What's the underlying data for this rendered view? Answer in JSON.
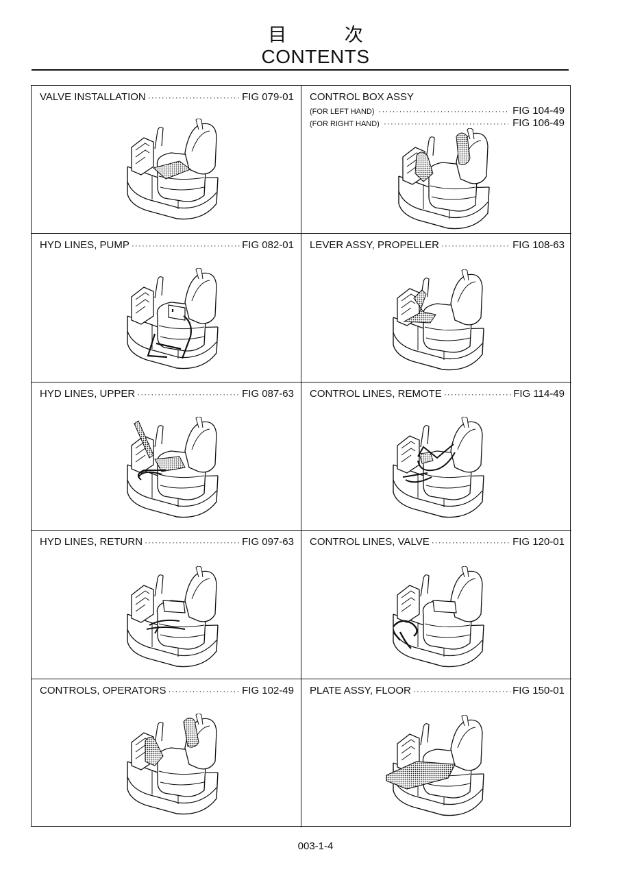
{
  "header": {
    "title_jp": "目 次",
    "title_en": "CONTENTS"
  },
  "entries": [
    {
      "label": "VALVE INSTALLATION",
      "fig": "FIG 079-01"
    },
    {
      "label": "CONTROL BOX ASSY",
      "fig": "",
      "sub": [
        {
          "label": "(FOR LEFT HAND)",
          "fig": "FIG 104-49"
        },
        {
          "label": "(FOR RIGHT HAND)",
          "fig": "FIG 106-49"
        }
      ]
    },
    {
      "label": "HYD LINES, PUMP",
      "fig": "FIG 082-01"
    },
    {
      "label": "LEVER ASSY, PROPELLER",
      "fig": "FIG 108-63"
    },
    {
      "label": "HYD LINES, UPPER",
      "fig": "FIG 087-63"
    },
    {
      "label": "CONTROL LINES, REMOTE",
      "fig": "FIG 114-49"
    },
    {
      "label": "HYD LINES, RETURN",
      "fig": "FIG 097-63"
    },
    {
      "label": "CONTROL LINES, VALVE",
      "fig": "FIG 120-01"
    },
    {
      "label": "CONTROLS, OPERATORS",
      "fig": "FIG 102-49"
    },
    {
      "label": "PLATE ASSY, FLOOR",
      "fig": "FIG 150-01"
    }
  ],
  "footer": {
    "page_number": "003-1-4"
  }
}
